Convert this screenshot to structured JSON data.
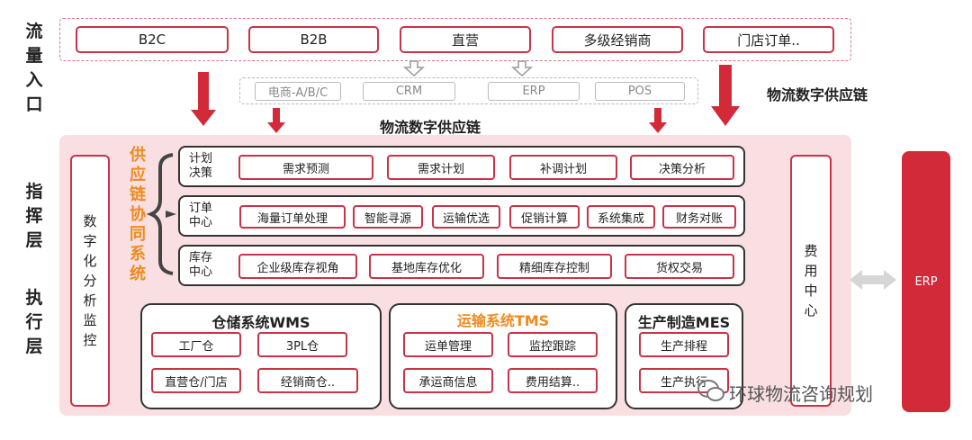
{
  "layers": {
    "traffic": "流量入口",
    "command": "指挥层",
    "execution": "执行层"
  },
  "channels": [
    "B2C",
    "B2B",
    "直营",
    "多级经销商",
    "门店订单.."
  ],
  "systems": [
    "电商-A/B/C",
    "CRM",
    "ERP",
    "POS"
  ],
  "right_title": "物流数字供应链",
  "center_title": "物流数字供应链",
  "analytics_label": "数字化分析监控",
  "coordination_label": "供应链协同系统",
  "rows": [
    {
      "label": "计划决策",
      "items": [
        "需求预测",
        "需求计划",
        "补调计划",
        "决策分析"
      ]
    },
    {
      "label": "订单中心",
      "items": [
        "海量订单处理",
        "智能寻源",
        "运输优选",
        "促销计算",
        "系统集成",
        "财务对账"
      ]
    },
    {
      "label": "库存中心",
      "items": [
        "企业级库存视角",
        "基地库存优化",
        "精细库存控制",
        "货权交易"
      ]
    }
  ],
  "exec_systems": [
    {
      "title": "仓储系统WMS",
      "items": [
        "工厂仓",
        "3PL仓",
        "直营仓/门店",
        "经销商仓.."
      ]
    },
    {
      "title": "运输系统TMS",
      "items": [
        "运单管理",
        "监控跟踪",
        "承运商信息",
        "费用结算.."
      ]
    },
    {
      "title": "生产制造MES",
      "items": [
        "生产排程",
        "生产执行"
      ]
    }
  ],
  "cost_center": "费用中心",
  "erp": "ERP",
  "watermark": "环球物流咨询规划",
  "colors": {
    "accent_red": "#c83347",
    "pink_bg": "#f9dfe2",
    "orange": "#ef8a1e",
    "erp_red": "#d32a3a"
  }
}
